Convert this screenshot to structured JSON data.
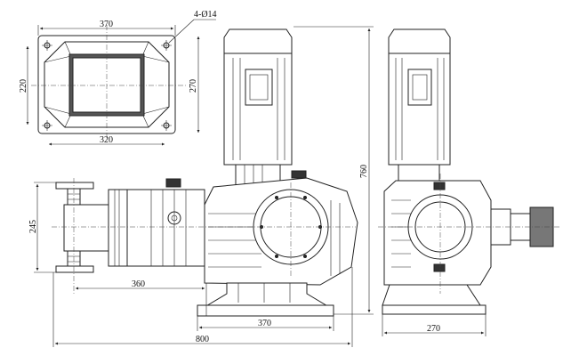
{
  "title": "Metering pump outline dimensions",
  "plan_view": {
    "width_outer": "370",
    "hole_note": "4-Ø14",
    "depth_inner": "220",
    "depth_outer": "270",
    "width_inner": "320"
  },
  "front_view": {
    "flange_height": "245",
    "head_to_base": "360",
    "base_length": "370",
    "overall_length": "800",
    "overall_height": "760"
  },
  "side_view": {
    "base_width": "270"
  }
}
